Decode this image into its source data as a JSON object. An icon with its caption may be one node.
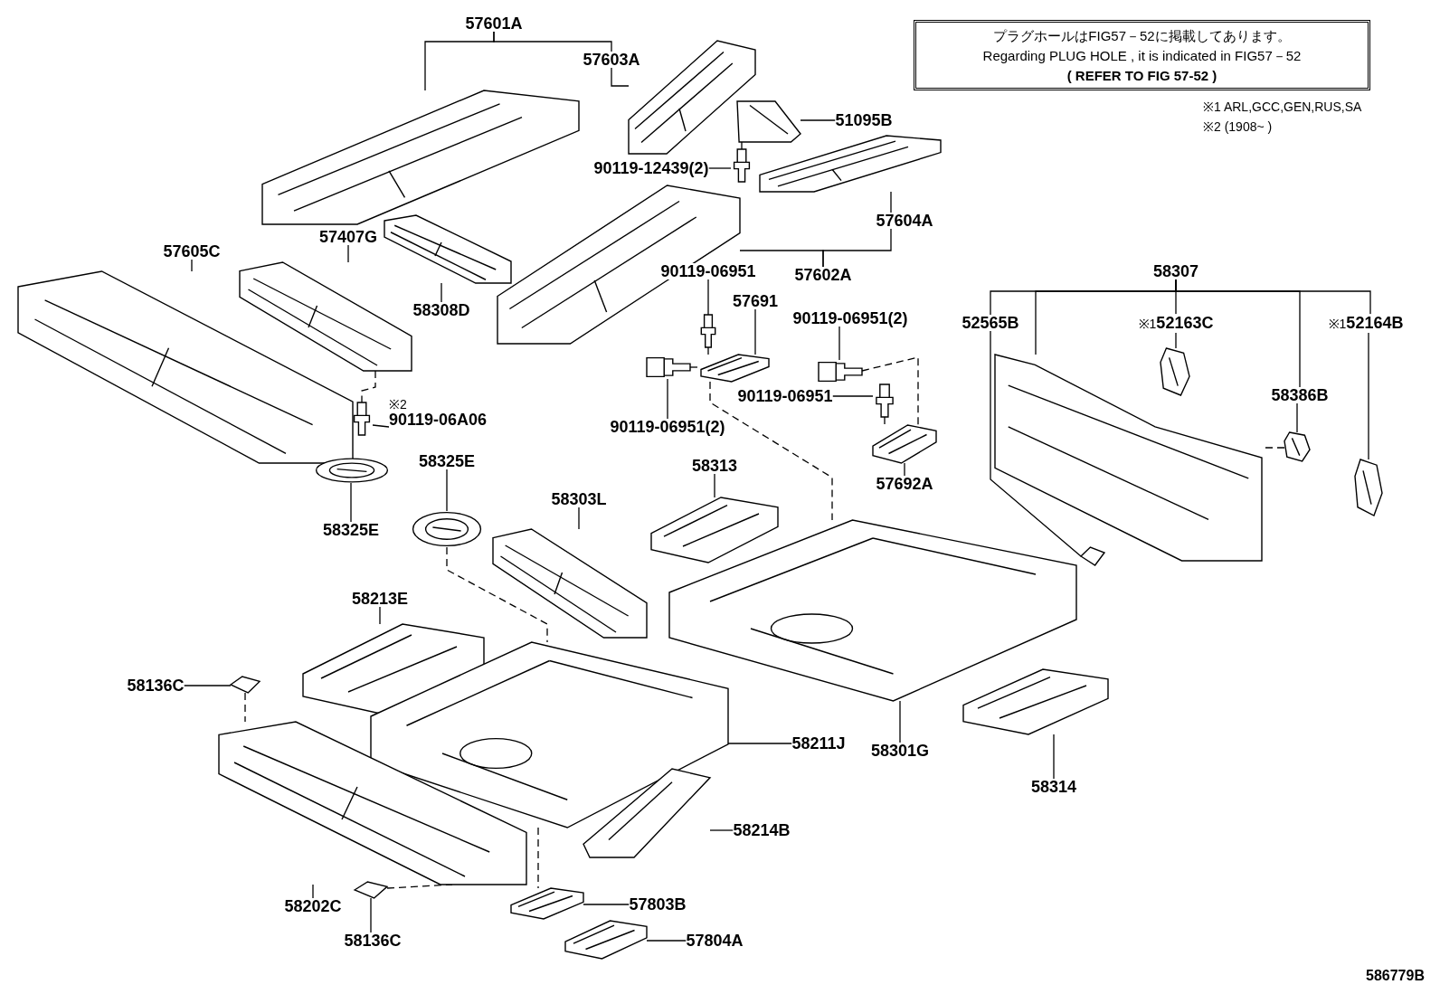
{
  "diagram": {
    "nodes": [
      {
        "text": [
          "プラグホールはFIG57－52に掲載してあります。",
          "Regarding PLUG HOLE , it is indicated in FIG57－52",
          "( REFER TO FIG 57-52 )"
        ]
      },
      {
        "text": [
          "57601A"
        ]
      },
      {
        "text": [],
        "shape": "picture"
      },
      {
        "text": [
          "57603A"
        ]
      },
      {
        "text": [],
        "shape": "picture"
      },
      {
        "text": [
          "51095B"
        ]
      },
      {
        "text": [],
        "shape": "picture"
      },
      {
        "text": [
          "90119-12439(2)"
        ]
      },
      {
        "text": [],
        "shape": "picture"
      },
      {
        "text": [
          "57604A"
        ]
      },
      {
        "text": [],
        "shape": "picture"
      },
      {
        "text": [
          "57602A"
        ]
      },
      {
        "text": [],
        "shape": "picture"
      },
      {
        "text": [
          "57605C"
        ]
      },
      {
        "text": [],
        "shape": "picture"
      },
      {
        "text": [
          "57407G"
        ]
      },
      {
        "text": [],
        "shape": "picture"
      },
      {
        "text": [
          "58308D"
        ]
      },
      {
        "text": [],
        "shape": "picture"
      },
      {
        "text": [
          "※2",
          "90119-06A06"
        ]
      },
      {
        "text": [],
        "shape": "picture"
      },
      {
        "text": [
          "90119-06951"
        ]
      },
      {
        "text": [],
        "shape": "picture"
      },
      {
        "text": [
          "57691"
        ]
      },
      {
        "text": [],
        "shape": "picture"
      },
      {
        "text": [
          "90119-06951(2)"
        ]
      },
      {
        "text": [],
        "shape": "picture"
      },
      {
        "text": [
          "90119-06951(2)"
        ]
      },
      {
        "text": [],
        "shape": "picture"
      },
      {
        "text": [
          "90119-06951"
        ]
      },
      {
        "text": [],
        "shape": "picture"
      },
      {
        "text": [
          "57692A"
        ]
      },
      {
        "text": [],
        "shape": "picture"
      },
      {
        "text": [
          "58325E"
        ]
      },
      {
        "text": [],
        "shape": "picture"
      },
      {
        "text": [
          "58325E"
        ]
      },
      {
        "text": [],
        "shape": "picture"
      },
      {
        "text": [
          "58313"
        ]
      },
      {
        "text": [],
        "shape": "picture"
      },
      {
        "text": [
          "58303L"
        ]
      },
      {
        "text": [],
        "shape": "picture"
      },
      {
        "text": [
          "58307"
        ]
      },
      {
        "text": [
          "52565B"
        ]
      },
      {
        "text": [],
        "shape": "picture"
      },
      {
        "text": [],
        "shape": "picture"
      },
      {
        "text": [
          "※1",
          "52163C"
        ]
      },
      {
        "text": [],
        "shape": "picture"
      },
      {
        "text": [
          "58386B"
        ]
      },
      {
        "text": [],
        "shape": "picture"
      },
      {
        "text": [
          "※1",
          "52164B"
        ]
      },
      {
        "text": [],
        "shape": "picture"
      },
      {
        "text": [
          "58213E"
        ]
      },
      {
        "text": [],
        "shape": "picture"
      },
      {
        "text": [
          "58136C"
        ]
      },
      {
        "text": [],
        "shape": "picture"
      },
      {
        "text": [
          "58211J"
        ]
      },
      {
        "text": [],
        "shape": "picture"
      },
      {
        "text": [
          "58202C"
        ]
      },
      {
        "text": [],
        "shape": "picture"
      },
      {
        "text": [
          "58301G"
        ]
      },
      {
        "text": [],
        "shape": "picture"
      },
      {
        "text": [
          "58314"
        ]
      },
      {
        "text": [],
        "shape": "picture"
      },
      {
        "text": [
          "58214B"
        ]
      },
      {
        "text": [],
        "shape": "picture"
      },
      {
        "text": [
          "58136C"
        ]
      },
      {
        "text": [],
        "shape": "picture"
      },
      {
        "text": [
          "57803B"
        ]
      },
      {
        "text": [],
        "shape": "picture"
      },
      {
        "text": [
          "57804A"
        ]
      },
      {
        "text": [],
        "shape": "picture"
      }
    ],
    "edges": [
      {
        "from": 1,
        "to": 2,
        "arrow": "none"
      },
      {
        "from": 1,
        "to": 3,
        "arrow": "none"
      },
      {
        "from": 3,
        "to": 4,
        "arrow": "none"
      },
      {
        "from": 5,
        "to": 6,
        "arrow": "none"
      },
      {
        "from": 7,
        "to": 8,
        "arrow": "none"
      },
      {
        "from": 9,
        "to": 10,
        "arrow": "none"
      },
      {
        "from": 11,
        "to": 12,
        "arrow": "none"
      },
      {
        "from": 11,
        "to": 9,
        "arrow": "none"
      },
      {
        "from": 13,
        "to": 14,
        "arrow": "none"
      },
      {
        "from": 15,
        "to": 16,
        "arrow": "none"
      },
      {
        "from": 17,
        "to": 18,
        "arrow": "none"
      },
      {
        "from": 19,
        "to": 20,
        "arrow": "none"
      },
      {
        "from": 21,
        "to": 22,
        "arrow": "none"
      },
      {
        "from": 23,
        "to": 24,
        "arrow": "none"
      },
      {
        "from": 25,
        "to": 26,
        "arrow": "none"
      },
      {
        "from": 27,
        "to": 28,
        "arrow": "none"
      },
      {
        "from": 29,
        "to": 30,
        "arrow": "none"
      },
      {
        "from": 31,
        "to": 32,
        "arrow": "none"
      },
      {
        "from": 33,
        "to": 34,
        "arrow": "none"
      },
      {
        "from": 35,
        "to": 36,
        "arrow": "none"
      },
      {
        "from": 37,
        "to": 38,
        "arrow": "none"
      },
      {
        "from": 39,
        "to": 40,
        "arrow": "none"
      },
      {
        "from": 41,
        "to": 43,
        "arrow": "none"
      },
      {
        "from": 41,
        "to": 42,
        "arrow": "none"
      },
      {
        "from": 42,
        "to": 44,
        "arrow": "none"
      },
      {
        "from": 41,
        "to": 45,
        "arrow": "none"
      },
      {
        "from": 45,
        "to": 46,
        "arrow": "none"
      },
      {
        "from": 41,
        "to": 47,
        "arrow": "none"
      },
      {
        "from": 47,
        "to": 48,
        "arrow": "none"
      },
      {
        "from": 41,
        "to": 49,
        "arrow": "none"
      },
      {
        "from": 49,
        "to": 50,
        "arrow": "none"
      },
      {
        "from": 51,
        "to": 52,
        "arrow": "none"
      },
      {
        "from": 53,
        "to": 54,
        "arrow": "none"
      },
      {
        "from": 55,
        "to": 56,
        "arrow": "none"
      },
      {
        "from": 57,
        "to": 58,
        "arrow": "none"
      },
      {
        "from": 59,
        "to": 60,
        "arrow": "none"
      },
      {
        "from": 61,
        "to": 62,
        "arrow": "none"
      },
      {
        "from": 63,
        "to": 64,
        "arrow": "none"
      },
      {
        "from": 65,
        "to": 66,
        "arrow": "none"
      },
      {
        "from": 67,
        "to": 68,
        "arrow": "none"
      },
      {
        "from": 69,
        "to": 70,
        "arrow": "none"
      },
      {
        "from": 16,
        "to": 20,
        "arrow": "none",
        "style": "dashed"
      },
      {
        "from": 8,
        "to": 6,
        "arrow": "none",
        "style": "dashed"
      },
      {
        "from": 22,
        "to": 24,
        "arrow": "none",
        "style": "dashed"
      },
      {
        "from": 24,
        "to": 60,
        "arrow": "none",
        "style": "dashed"
      },
      {
        "from": 28,
        "to": 24,
        "arrow": "none",
        "style": "dashed"
      },
      {
        "from": 26,
        "to": 32,
        "arrow": "none",
        "style": "dashed"
      },
      {
        "from": 30,
        "to": 32,
        "arrow": "none",
        "style": "dashed"
      },
      {
        "from": 34,
        "to": 56,
        "arrow": "none",
        "style": "dashed"
      },
      {
        "from": 56,
        "to": 68,
        "arrow": "none",
        "style": "dashed"
      },
      {
        "from": 54,
        "to": 58,
        "arrow": "none",
        "style": "dashed"
      },
      {
        "from": 66,
        "to": 58,
        "arrow": "none",
        "style": "dashed"
      },
      {
        "from": 48,
        "to": 43,
        "arrow": "none",
        "style": "dashed"
      }
    ],
    "labels": [
      "※1 ARL,GCC,GEN,RUS,SA",
      "※2 (1908~ )",
      "586779B"
    ]
  }
}
